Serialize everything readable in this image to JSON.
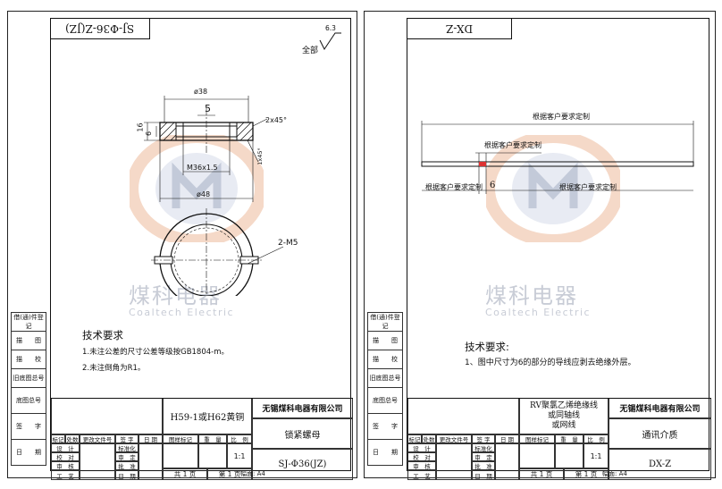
{
  "left": {
    "code_box": "SJ-Φ36-Z(JZ)",
    "finish": "全部",
    "roughness": "6.3",
    "dims": {
      "d38": "ø38",
      "five": "5",
      "sixteen": "16",
      "six": "6",
      "chamfer": "2x45°",
      "onex45": "1x45°",
      "m36": "M36x1.5",
      "d48": "ø48",
      "m5": "2-M5"
    },
    "watermark_cn": "煤科电器",
    "watermark_en": "Coaltech Electric",
    "tech_title": "技术要求",
    "tech_items": [
      "1.未注公差的尺寸公差等级按GB1804-m。",
      "2.未注倒角为R1。"
    ],
    "material": "H59-1或H62黄铜",
    "company": "无锡煤科电器有限公司",
    "part_name": "锁紧螺母",
    "drawing_no": "SJ-Φ36(JZ)",
    "format": "幅面: A4"
  },
  "right": {
    "code_box": "DX-Z",
    "notes": {
      "top": "根据客户要求定制",
      "mid": "根据客户要求定制",
      "left": "根据客户要求定制",
      "right": "根据客户要求定制",
      "six": "6"
    },
    "watermark_cn": "煤科电器",
    "watermark_en": "Coaltech Electric",
    "tech_title": "技术要求:",
    "tech_items": [
      "1、图中尺寸为6的部分的导线应剥去绝缘外层。"
    ],
    "material_lines": [
      "RV聚氯乙烯绝缘线",
      "或同轴线",
      "或网线"
    ],
    "company": "无锡煤科电器有限公司",
    "part_name": "通讯介质",
    "drawing_no": "DX-Z",
    "format": "幅面: A4"
  },
  "side_labels": [
    "借(通)件登记",
    "描　　图",
    "描　　校",
    "旧底图总号",
    "底图总号",
    "签　　字",
    "日　　期"
  ],
  "title_block": {
    "rev_headers": [
      "标记",
      "处数",
      "更改文件号",
      "签 字",
      "日 期"
    ],
    "roles": [
      "设　计",
      "校　对",
      "审　核",
      "工　艺"
    ],
    "std_labels": [
      "标准化",
      "审　定",
      "批　准",
      "日　期"
    ],
    "stage_headers": [
      "图样标记",
      "重　量",
      "比　例"
    ],
    "scale": "1:1",
    "sheets_total": "共 1 页",
    "sheet_no": "第 1 页"
  }
}
